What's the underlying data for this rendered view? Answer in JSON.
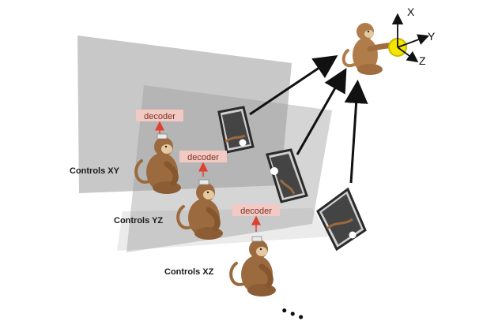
{
  "labels": {
    "controls_xy": "Controls XY",
    "controls_yz": "Controls YZ",
    "controls_xz": "Controls XZ",
    "decoder_1": "decoder",
    "decoder_2": "decoder",
    "decoder_3": "decoder"
  },
  "axes": {
    "x": "X",
    "y": "Y",
    "z": "Z"
  },
  "ellipsis": "• • •",
  "colors": {
    "plane": "#9a9a9a",
    "decoder_box": "#f2c9c3",
    "decoder_arrow": "#e0402f",
    "monkey": "#9b6a3e",
    "monkey_face": "#e4c9a1",
    "ball": "#f5e600",
    "screen_frame": "#2a2a2a",
    "arrow": "#111111"
  },
  "icons": [
    "monkey-icon",
    "screen-icon",
    "target-ball-icon",
    "axis-icon"
  ]
}
